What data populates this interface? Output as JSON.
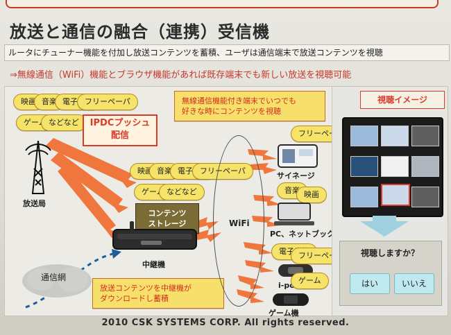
{
  "header": {
    "title": "放送と通信の融合（連携）受信機",
    "subtitle": "ルータにチューナー機能を付加し放送コンテンツを蓄積、ユーザは通信端末で放送コンテンツを視聴",
    "note": "⇒無線通信（WiFi）機能とブラウザ機能があれば既存端末でも新しい放送を視聴可能"
  },
  "diagram": {
    "content_pills_top": [
      "映画",
      "音楽",
      "電子書籍",
      "フリーペーパ",
      "ゲーム",
      "などなど"
    ],
    "content_pills_middle": [
      "映画",
      "音楽",
      "電子書籍",
      "フリーペーパ",
      "ゲーム",
      "などなど"
    ],
    "ipdc_box": {
      "line1": "IPDCプッシュ",
      "line2": "配信"
    },
    "wifi_callout": {
      "line1": "無線通信機能付き端末でいつでも",
      "line2": "好きな時にコンテンツを視聴"
    },
    "broadcast_station_label": "放送局",
    "storage_label": {
      "line1": "コンテンツ",
      "line2": "ストレージ"
    },
    "relay_label": "中継機",
    "network_label": "通信網",
    "download_callout": {
      "line1": "放送コンテンツを中継機が",
      "line2": "ダウンロードし蓄積"
    },
    "wifi_label": "WiFi",
    "devices": {
      "signage": {
        "label": "サイネージ",
        "pill": "フリーペーパ"
      },
      "pc": {
        "label": "PC、ネットブック",
        "pills": [
          "音楽",
          "映画"
        ]
      },
      "ipod": {
        "label": "i-pod",
        "pills": [
          "電子書籍",
          "フリーペーパ"
        ]
      },
      "game": {
        "label": "ゲーム機",
        "pill": "ゲーム"
      }
    }
  },
  "right_panel": {
    "title": "視聴イメージ",
    "dialog_question": "視聴しますか？",
    "buttons": {
      "yes": "はい",
      "no": "いいえ"
    }
  },
  "footer": {
    "copyright": "2010 CSK SYSTEMS CORP. All rights reserved."
  },
  "colors": {
    "accent_red": "#d93a2a",
    "pill_yellow": "#f6e36a",
    "callout_yellow": "#f7df6b",
    "arrow_orange": "#f06b2b",
    "button_cyan": "#bfe8ef"
  }
}
